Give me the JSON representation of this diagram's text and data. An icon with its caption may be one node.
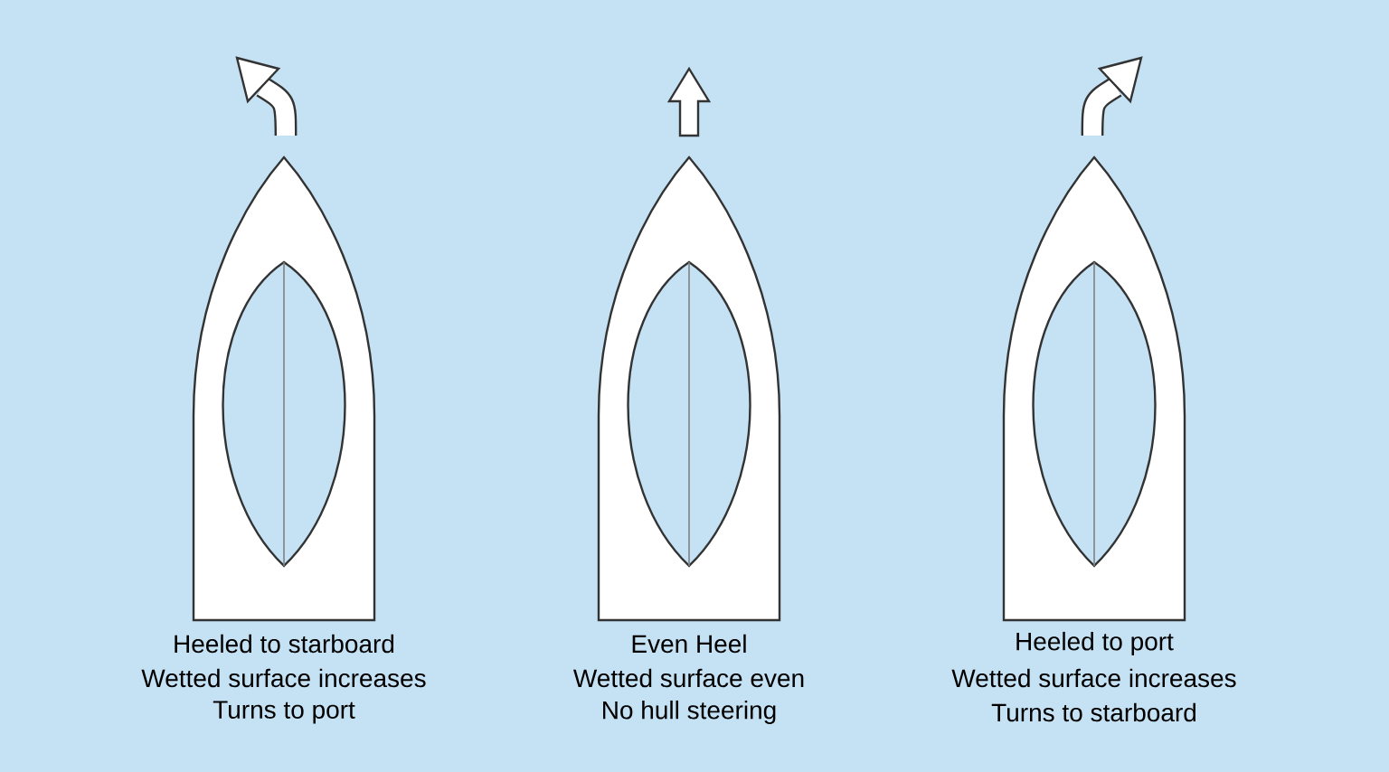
{
  "diagram": {
    "labels": [
      "Heeled to starboard",
      "Wetted surface increases",
      "Turns to port",
      "Even Heel",
      "Wetted surface even",
      "No hull steering",
      "Heeled to port",
      "Wetted surface increases",
      "Turns to starboard"
    ]
  }
}
